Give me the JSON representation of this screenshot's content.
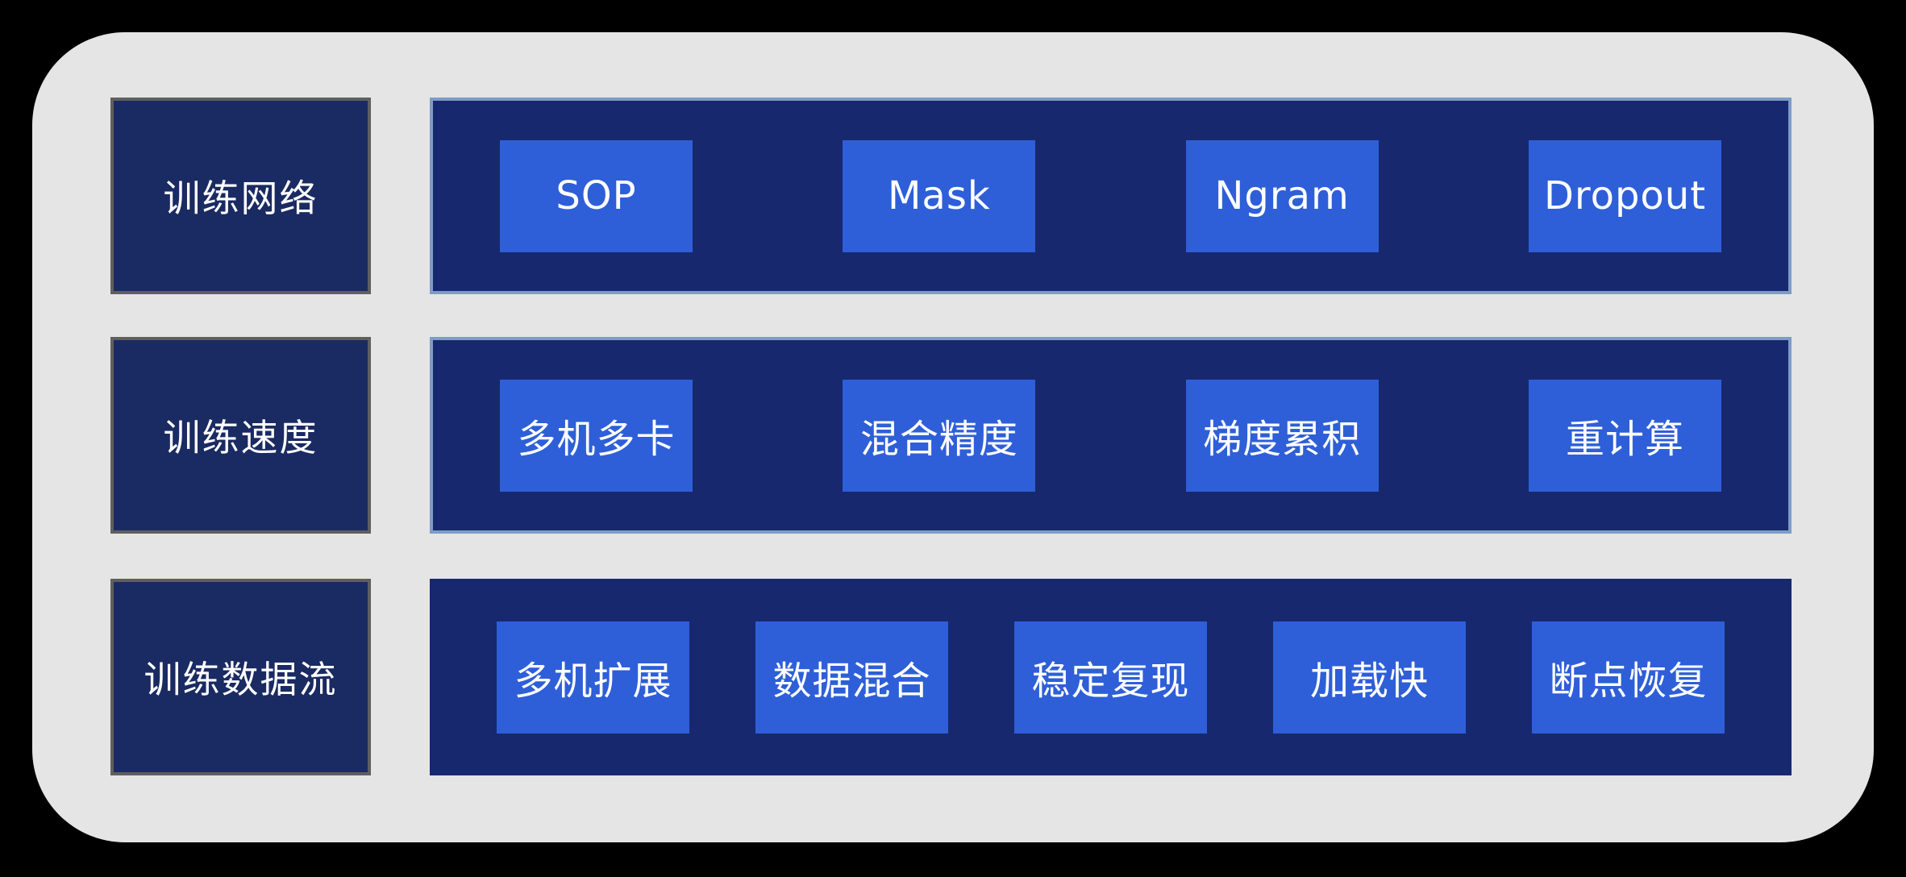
{
  "colors": {
    "page_background": "#000000",
    "panel_background": "#e5e5e5",
    "label_box_fill": "#1a2a62",
    "label_box_border": "#5f5f5f",
    "bar_fill": "#17286e",
    "bar_border": "#7e9cc6",
    "chip_fill": "#2e5fd8",
    "text": "#ffffff"
  },
  "diagram": {
    "rows": [
      {
        "label": "训练网络",
        "items": [
          "SOP",
          "Mask",
          "Ngram",
          "Dropout"
        ]
      },
      {
        "label": "训练速度",
        "items": [
          "多机多卡",
          "混合精度",
          "梯度累积",
          "重计算"
        ]
      },
      {
        "label": "训练数据流",
        "items": [
          "多机扩展",
          "数据混合",
          "稳定复现",
          "加载快",
          "断点恢复"
        ]
      }
    ]
  }
}
